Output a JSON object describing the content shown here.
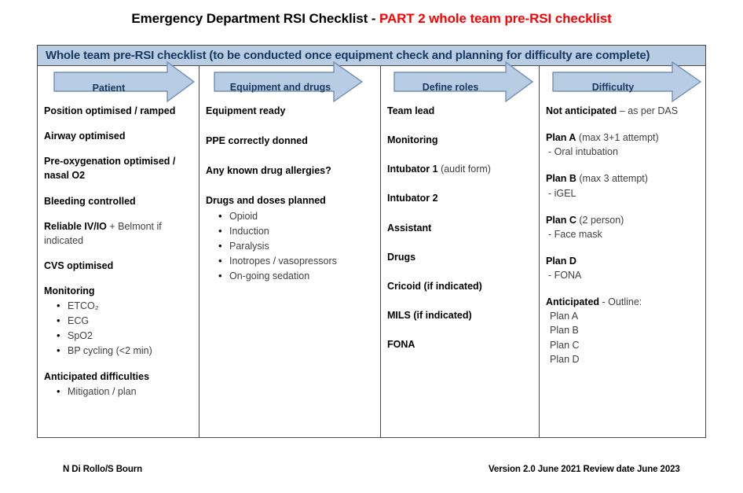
{
  "title": {
    "black_part": "Emergency Department RSI Checklist - ",
    "red_part": "PART 2 whole team pre-RSI checklist"
  },
  "table": {
    "header": "Whole team pre-RSI checklist (to be conducted once equipment check and planning for difficulty are complete)",
    "columns": [
      {
        "arrow_label": "Patient",
        "items": [
          {
            "bold": "Position optimised / ramped",
            "regular": ""
          },
          {
            "bold": "Airway optimised",
            "regular": ""
          },
          {
            "bold": "Pre-oxygenation optimised / nasal O2",
            "regular": ""
          },
          {
            "bold": "Bleeding controlled",
            "regular": ""
          },
          {
            "bold": "Reliable IV/IO",
            "regular": " + Belmont if indicated"
          },
          {
            "bold": "CVS optimised",
            "regular": ""
          },
          {
            "bold": "Monitoring",
            "regular": "",
            "bullets": [
              "ETCO₂",
              "ECG",
              "SpO2",
              "BP cycling (<2 min)"
            ]
          },
          {
            "bold": "Anticipated difficulties",
            "regular": "",
            "bullets": [
              "Mitigation / plan"
            ]
          }
        ]
      },
      {
        "arrow_label": "Equipment and drugs",
        "items": [
          {
            "bold": "Equipment ready",
            "regular": ""
          },
          {
            "bold": "PPE correctly donned",
            "regular": ""
          },
          {
            "bold": "Any known drug allergies?",
            "regular": ""
          },
          {
            "bold": "Drugs and doses planned",
            "regular": "",
            "bullets": [
              "Opioid",
              "Induction",
              "Paralysis",
              "Inotropes / vasopressors",
              "On-going sedation"
            ]
          }
        ]
      },
      {
        "arrow_label": "Define roles",
        "items": [
          {
            "bold": "Team lead",
            "regular": ""
          },
          {
            "bold": "Monitoring",
            "regular": ""
          },
          {
            "bold": "Intubator 1",
            "regular": " (audit form)"
          },
          {
            "bold": "Intubator 2",
            "regular": ""
          },
          {
            "bold": "Assistant",
            "regular": ""
          },
          {
            "bold": "Drugs",
            "regular": ""
          },
          {
            "bold": "Cricoid (if indicated)",
            "regular": ""
          },
          {
            "bold": "MILS  (if indicated)",
            "regular": ""
          },
          {
            "bold": "FONA",
            "regular": ""
          }
        ]
      },
      {
        "arrow_label": "Difficulty",
        "items": [
          {
            "bold": "Not anticipated",
            "regular": " – as per DAS"
          },
          {
            "bold": "Plan A",
            "regular": " (max 3+1 attempt)",
            "sub": "- Oral intubation"
          },
          {
            "bold": "Plan B",
            "regular": " (max 3 attempt)",
            "sub": " - iGEL"
          },
          {
            "bold": "Plan C",
            "regular": " (2 person)",
            "sub": " - Face mask"
          },
          {
            "bold": "Plan D",
            "regular": "",
            "sub": " - FONA"
          },
          {
            "bold": "Anticipated",
            "regular": " - Outline:",
            "plain": [
              "Plan A",
              "Plan B",
              "Plan C",
              "Plan D"
            ]
          }
        ]
      }
    ]
  },
  "footer": {
    "left": "N Di Rollo/S Bourn",
    "right": "Version 2.0 June 2021  Review date June 2023"
  },
  "colors": {
    "header_fill": "#b8cce4",
    "arrow_fill": "#b8cce4",
    "arrow_stroke": "#7390b5",
    "title_red": "#ff0000",
    "text_bold": "#000000",
    "text_regular": "#404040",
    "border": "#4a4a4a"
  }
}
